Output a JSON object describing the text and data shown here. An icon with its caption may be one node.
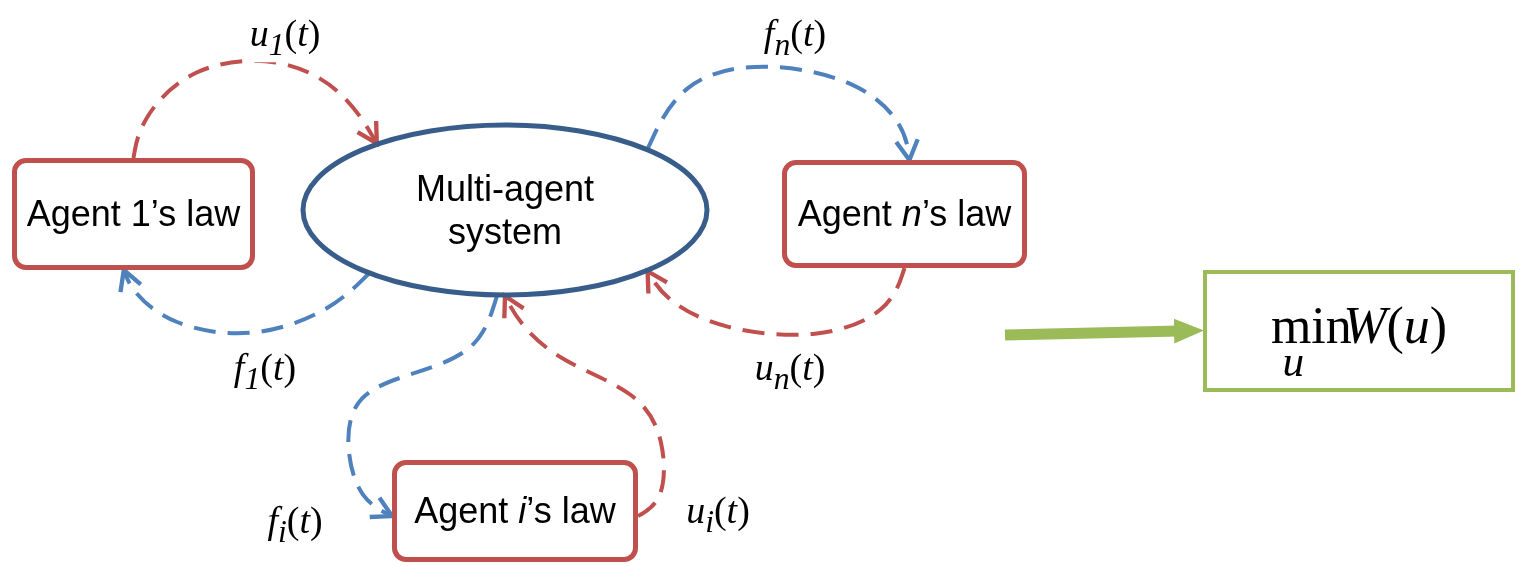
{
  "diagram": {
    "nodes": [
      {
        "text": [
          "Agent 1’s law"
        ]
      },
      {
        "text": [
          "Multi-agent system"
        ]
      },
      {
        "text": [
          "Agent *n*’s law"
        ]
      },
      {
        "text": [
          "Agent *i*’s law"
        ]
      },
      {
        "text": [
          "min$_{u}$ *W*(*u*)"
        ]
      }
    ],
    "edges": [
      {
        "from": 0,
        "to": 1,
        "arrow": "to",
        "label": "*u*$_{1}$(*t*)",
        "style": "dashed",
        "color": "#c0504d"
      },
      {
        "from": 1,
        "to": 0,
        "arrow": "to",
        "label": "*f*$_{1}$(*t*)",
        "style": "dashed",
        "color": "#4f81bd"
      },
      {
        "from": 1,
        "to": 2,
        "arrow": "to",
        "label": "*f*$_{n}$(*t*)",
        "style": "dashed",
        "color": "#4f81bd"
      },
      {
        "from": 2,
        "to": 1,
        "arrow": "to",
        "label": "*u*$_{n}$(*t*)",
        "style": "dashed",
        "color": "#c0504d"
      },
      {
        "from": 1,
        "to": 3,
        "arrow": "to",
        "label": "*f*$_{i}$(*t*)",
        "style": "dashed",
        "color": "#4f81bd"
      },
      {
        "from": 3,
        "to": 1,
        "arrow": "to",
        "label": "*u*$_{i}$(*t*)",
        "style": "dashed",
        "color": "#c0504d"
      },
      {
        "from": null,
        "to": 4,
        "arrow": "to",
        "style": "thick",
        "color": "#9bbb59"
      }
    ]
  }
}
